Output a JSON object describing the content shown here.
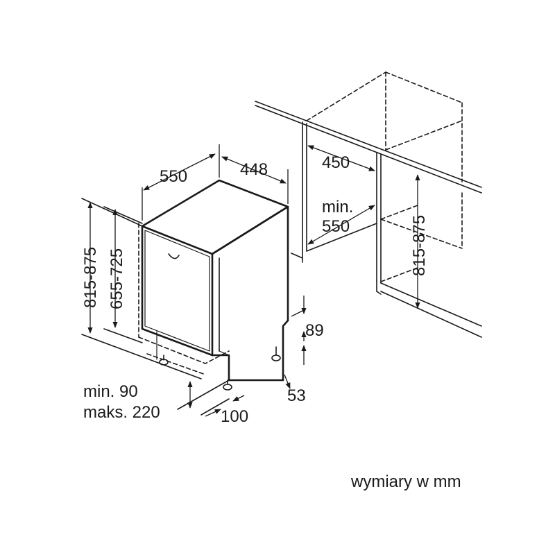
{
  "diagram": {
    "labels": {
      "depth_550": "550",
      "width_448": "448",
      "niche_depth_450": "450",
      "niche_min_label": "min.",
      "niche_min_550": "550",
      "niche_height": "815-875",
      "overall_height": "815-875",
      "door_height": "655-725",
      "plinth_89": "89",
      "plinth_53": "53",
      "min_90": "min. 90",
      "max_220": "maks. 220",
      "foot_100": "100"
    },
    "note": "wymiary w mm"
  }
}
